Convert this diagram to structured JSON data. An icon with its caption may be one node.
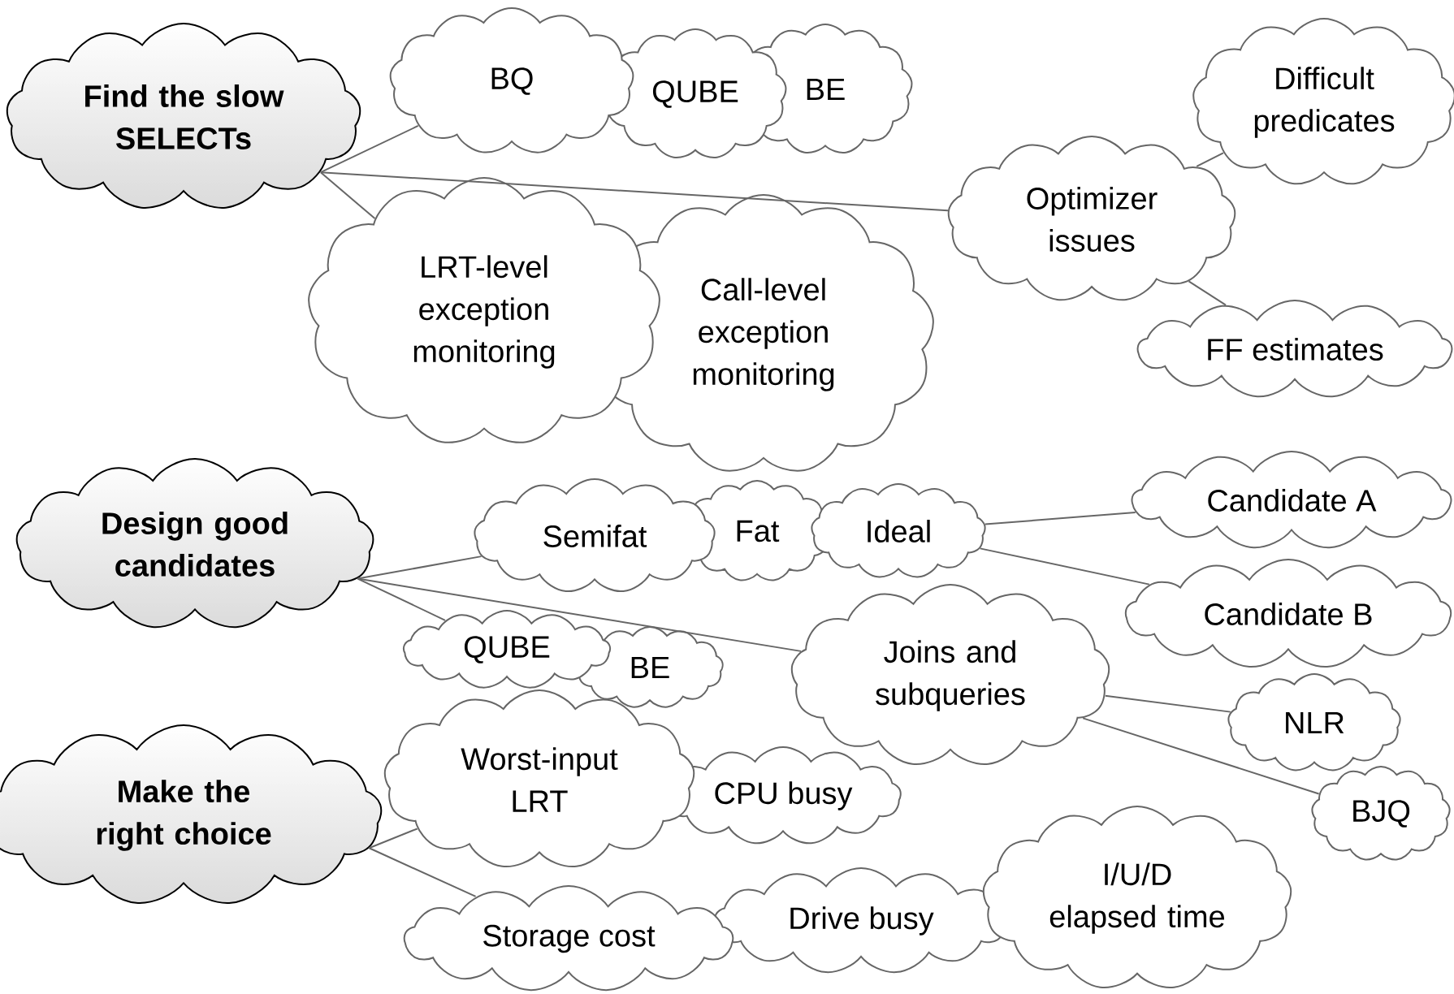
{
  "diagram": {
    "nodes": [
      {
        "text": [
          "Find the slow SELECTs"
        ]
      },
      {
        "text": [
          "BQ"
        ]
      },
      {
        "text": [
          "QUBE"
        ]
      },
      {
        "text": [
          "BE"
        ]
      },
      {
        "text": [
          "LRT-level exception monitoring"
        ]
      },
      {
        "text": [
          "Call-level exception monitoring"
        ]
      },
      {
        "text": [
          "Optimizer issues"
        ]
      },
      {
        "text": [
          "Difficult predicates"
        ]
      },
      {
        "text": [
          "FF estimates"
        ]
      },
      {
        "text": [
          "Design good candidates"
        ]
      },
      {
        "text": [
          "Semifat"
        ]
      },
      {
        "text": [
          "Fat"
        ]
      },
      {
        "text": [
          "Ideal"
        ]
      },
      {
        "text": [
          "Candidate A"
        ]
      },
      {
        "text": [
          "Candidate B"
        ]
      },
      {
        "text": [
          "QUBE"
        ]
      },
      {
        "text": [
          "BE"
        ]
      },
      {
        "text": [
          "Joins and subqueries"
        ]
      },
      {
        "text": [
          "NLR"
        ]
      },
      {
        "text": [
          "BJQ"
        ]
      },
      {
        "text": [
          "Make the right choice"
        ]
      },
      {
        "text": [
          "Worst-input LRT"
        ]
      },
      {
        "text": [
          "CPU busy"
        ]
      },
      {
        "text": [
          "Storage cost"
        ]
      },
      {
        "text": [
          "Drive busy"
        ]
      },
      {
        "text": [
          "I/U/D elapsed time"
        ]
      }
    ],
    "edges": [
      {
        "from": 0,
        "to": 1,
        "arrow": "none"
      },
      {
        "from": 0,
        "to": 6,
        "arrow": "none"
      },
      {
        "from": 0,
        "to": 4,
        "arrow": "none"
      },
      {
        "from": 6,
        "to": 7,
        "arrow": "none"
      },
      {
        "from": 6,
        "to": 8,
        "arrow": "none"
      },
      {
        "from": 9,
        "to": 10,
        "arrow": "none"
      },
      {
        "from": 9,
        "to": 17,
        "arrow": "none"
      },
      {
        "from": 9,
        "to": 15,
        "arrow": "none"
      },
      {
        "from": 12,
        "to": 13,
        "arrow": "none"
      },
      {
        "from": 12,
        "to": 14,
        "arrow": "none"
      },
      {
        "from": 17,
        "to": 18,
        "arrow": "none"
      },
      {
        "from": 17,
        "to": 19,
        "arrow": "none"
      },
      {
        "from": 20,
        "to": 21,
        "arrow": "none"
      },
      {
        "from": 20,
        "to": 23,
        "arrow": "none"
      }
    ]
  }
}
